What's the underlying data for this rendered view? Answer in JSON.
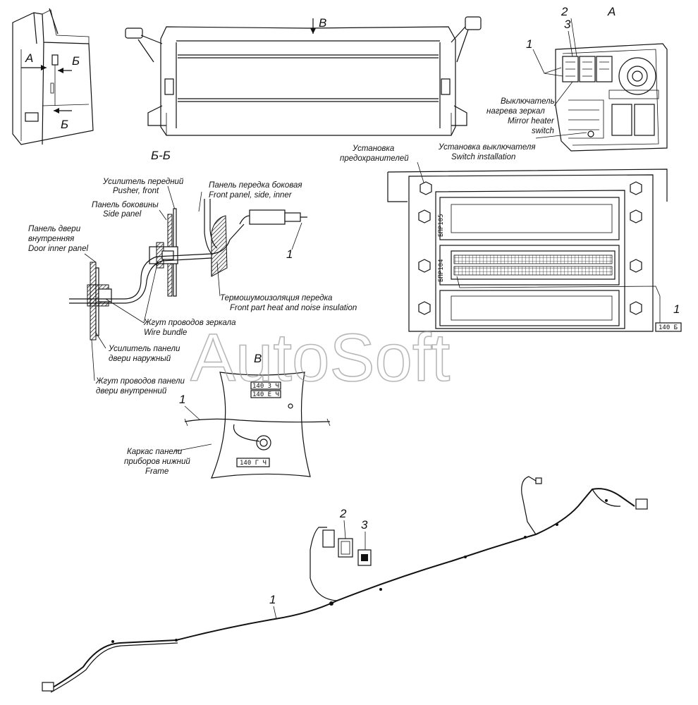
{
  "views": {
    "A": "А",
    "A_arrow": "А",
    "B_section": "Б",
    "B_section_lower": "Б",
    "V": "В",
    "BB_title": "Б-Б",
    "V_view": "В",
    "A_view": "А"
  },
  "callouts": {
    "n1": "1",
    "n2": "2",
    "n3": "3"
  },
  "labels": {
    "mirror_switch_ru1": "Выключатель",
    "mirror_switch_ru2": "нагрева зеркал",
    "mirror_switch_en1": "Mirror heater",
    "mirror_switch_en2": "switch",
    "switch_inst_ru": "Установка выключателя",
    "switch_inst_en": "Switch installation",
    "fuse_inst_ru1": "Установка",
    "fuse_inst_ru2": "предохранителей",
    "pusher_ru": "Усилитель передний",
    "pusher_en": "Pusher, front",
    "side_panel_ru": "Панель боковины",
    "side_panel_en": "Side panel",
    "front_panel_ru": "Панель передка боковая",
    "front_panel_en": "Front panel, side, inner",
    "door_panel_ru1": "Панель двери",
    "door_panel_ru2": "внутренняя",
    "door_panel_en": "Door inner panel",
    "insul_ru": "Термошумоизоляция передка",
    "insul_en": "Front part heat and noise insulation",
    "bundle_ru": "Жгут проводов зеркала",
    "bundle_en": "Wire bundle",
    "door_outer_ru1": "Усилитель панели",
    "door_outer_ru2": "двери наружный",
    "door_harness_ru1": "Жгут проводов панели",
    "door_harness_ru2": "двери внутренний",
    "frame_ru1": "Каркас панели",
    "frame_ru2": "приборов нижний",
    "frame_en": "Frame"
  },
  "tags": {
    "fuse1": "БПР105",
    "fuse2": "БПР104",
    "t140b": "140 Б",
    "t140z": "140 З Ч",
    "t140e": "140 Е Ч",
    "t140g": "140 Г Ч"
  },
  "watermark": "AutoSoft"
}
